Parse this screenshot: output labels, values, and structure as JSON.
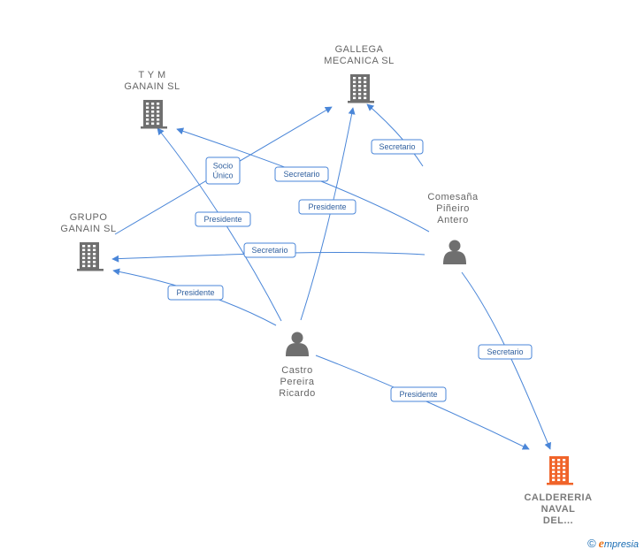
{
  "nodes": [
    {
      "id": "tym",
      "type": "company",
      "label": [
        "T Y M",
        "GANAIN SL"
      ],
      "highlight": false
    },
    {
      "id": "gallega",
      "type": "company",
      "label": [
        "GALLEGA",
        "MECANICA SL"
      ],
      "highlight": false
    },
    {
      "id": "grupo",
      "type": "company",
      "label": [
        "GRUPO",
        "GANAIN  SL"
      ],
      "highlight": false
    },
    {
      "id": "comesana",
      "type": "person",
      "label": [
        "Comesaña",
        "Piñeiro",
        "Antero"
      ],
      "highlight": false
    },
    {
      "id": "castro",
      "type": "person",
      "label": [
        "Castro",
        "Pereira",
        "Ricardo"
      ],
      "highlight": false
    },
    {
      "id": "caldereria",
      "type": "company",
      "label": [
        "CALDERERIA",
        "NAVAL",
        "DEL..."
      ],
      "highlight": true
    }
  ],
  "edges": [
    {
      "from": "grupo",
      "to": "gallega",
      "label": [
        "Socio",
        "Único"
      ]
    },
    {
      "from": "comesana",
      "to": "tym",
      "label": [
        "Secretario"
      ]
    },
    {
      "from": "comesana",
      "to": "gallega",
      "label": [
        "Secretario"
      ]
    },
    {
      "from": "comesana",
      "to": "grupo",
      "label": [
        "Secretario"
      ]
    },
    {
      "from": "comesana",
      "to": "caldereria",
      "label": [
        "Secretario"
      ]
    },
    {
      "from": "castro",
      "to": "tym",
      "label": [
        "Presidente"
      ]
    },
    {
      "from": "castro",
      "to": "gallega",
      "label": [
        "Presidente"
      ]
    },
    {
      "from": "castro",
      "to": "grupo",
      "label": [
        "Presidente"
      ]
    },
    {
      "from": "castro",
      "to": "caldereria",
      "label": [
        "Presidente"
      ]
    }
  ],
  "colors": {
    "edge": "#4a86d8",
    "company_icon": "#6f6f6f",
    "company_icon_highlight": "#f0642a",
    "person_icon": "#6f6f6f",
    "node_label": "#666666"
  },
  "watermark": {
    "symbol": "©",
    "brand_initial": "e",
    "brand_rest": "mpresia"
  }
}
